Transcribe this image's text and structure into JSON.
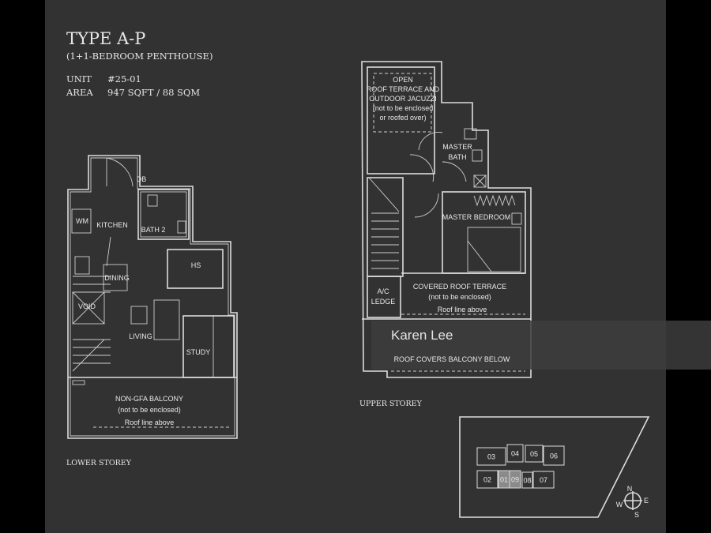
{
  "header": {
    "type_title": "TYPE A-P",
    "subtitle": "(1+1-BEDROOM PENTHOUSE)",
    "unit_label": "UNIT",
    "unit_value": "#25-01",
    "area_label": "AREA",
    "area_value": "947 SQFT / 88 SQM"
  },
  "lower_storey": {
    "caption": "LOWER STOREY",
    "rooms": {
      "kitchen": "KITCHEN",
      "bath2": "BATH 2",
      "db": "DB",
      "wm": "WM",
      "hs": "HS",
      "dining": "DINING",
      "void": "VOID",
      "living": "LIVING",
      "study": "STUDY",
      "balcony": "NON-GFA BALCONY",
      "balcony_note": "(not to be enclosed)",
      "roof_line": "Roof line above"
    }
  },
  "upper_storey": {
    "caption": "UPPER STOREY",
    "rooms": {
      "terrace_1": "OPEN",
      "terrace_2": "ROOF TERRACE AND",
      "terrace_3": "OUTDOOR JACUZZI",
      "terrace_4": "(not to be enclosed",
      "terrace_5": "or roofed over)",
      "master_bath_1": "MASTER",
      "master_bath_2": "BATH",
      "master_bedroom": "MASTER BEDROOM",
      "covered_terrace": "COVERED ROOF TERRACE",
      "covered_note": "(not to be enclosed)",
      "roof_line": "Roof line above",
      "ac_1": "A/C",
      "ac_2": "LEDGE",
      "roof_covers": "ROOF COVERS BALCONY BELOW"
    }
  },
  "watermark": "Karen Lee",
  "key_plan": {
    "units": [
      "03",
      "04",
      "05",
      "06",
      "02",
      "01",
      "09",
      "08",
      "07"
    ],
    "highlighted": [
      "01",
      "09"
    ],
    "compass": {
      "n": "N",
      "e": "E",
      "s": "S",
      "w": "W"
    }
  }
}
